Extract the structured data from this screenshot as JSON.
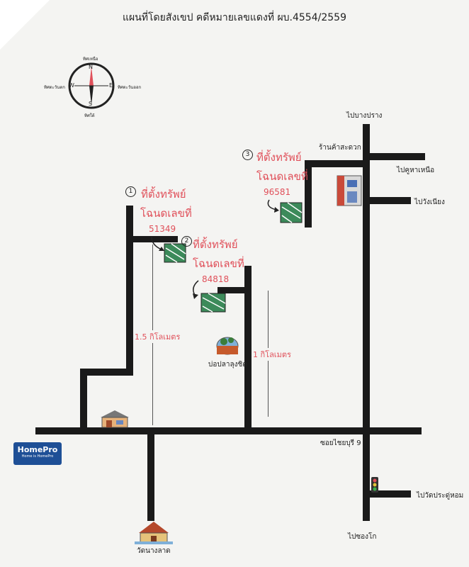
{
  "title": "แผนที่โดยสังเขป คดีหมายเลขแดงที่ ผบ.4554/2559",
  "compass": {
    "north": "N",
    "south": "S",
    "east": "E",
    "west": "W",
    "north_th": "ทิศเหนือ",
    "south_th": "ทิศใต้",
    "east_th": "ทิศตะวันออก",
    "west_th": "ทิศตะวันตก"
  },
  "properties": [
    {
      "index": "1",
      "line1": "ที่ตั้งทรัพย์",
      "line2": "โฉนดเลขที่",
      "deed": "51349"
    },
    {
      "index": "2",
      "line1": "ที่ตั้งทรัพย์",
      "line2": "โฉนดเลขที่",
      "deed": "84818"
    },
    {
      "index": "3",
      "line1": "ที่ตั้งทรัพย์",
      "line2": "โฉนดเลขที่",
      "deed": "96581"
    }
  ],
  "distances": {
    "d1": "1.5 กิโลเมตร",
    "d2": "1 กิโลเมตร"
  },
  "places": {
    "bang_yai": "ไปบางปราง",
    "seven_eleven": "ร้านค้าสะดวก",
    "ku_ha_nuea": "ไปคูหาเหนือ",
    "wang_nieng": "ไปวังเนียง",
    "bo_pla": "บ่อปลาลุงชิต",
    "soi": "ซอยไชยบุรี 9",
    "wat_pra": "ไปวัดประดู่หอม",
    "song_khlo": "ไปซองโก",
    "wat_nang": "วัดนางลาด"
  },
  "homepro": {
    "name": "HomePro",
    "tagline": "Home is HomePro"
  },
  "colors": {
    "road": "#1a1a1a",
    "accent": "#e0505a",
    "brand": "#1e4f96"
  }
}
